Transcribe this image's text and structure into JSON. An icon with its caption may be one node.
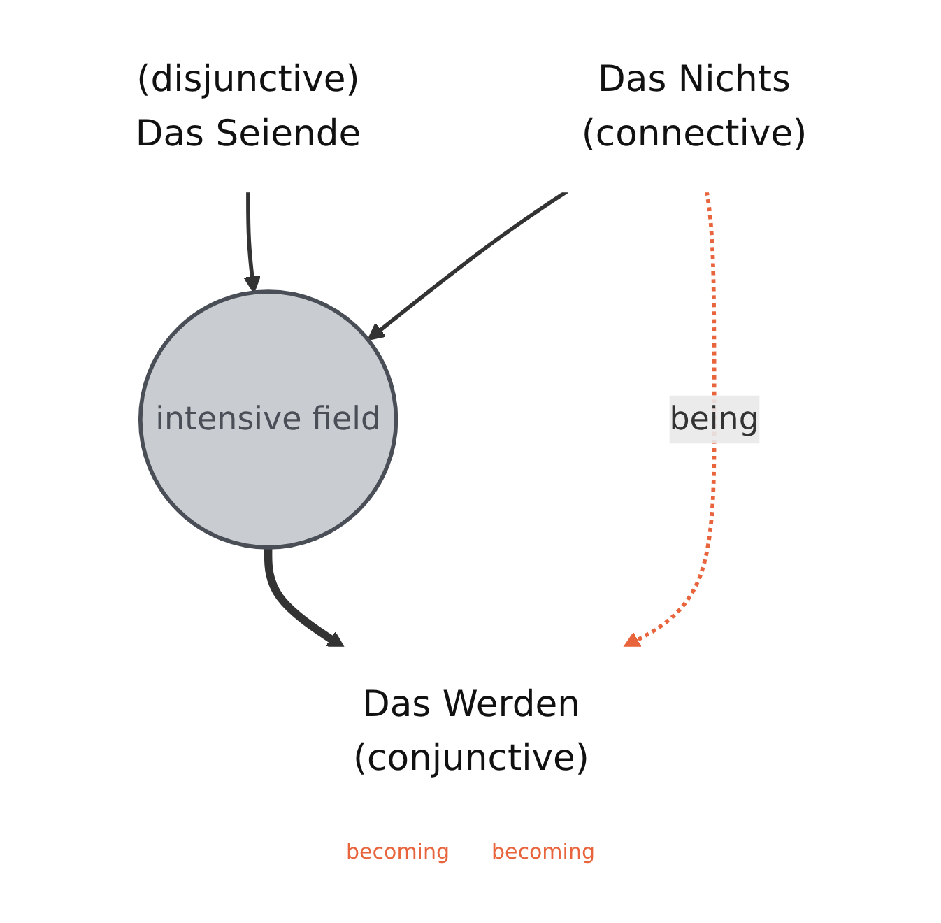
{
  "diagram": {
    "nodes": [
      {
        "text": [
          "(disjunctive)",
          "Das Seiende"
        ]
      },
      {
        "text": [
          "intensive field"
        ]
      },
      {
        "text": [
          "Das Werden",
          "(conjunctive)"
        ]
      },
      {
        "text": [
          "Das Nichts",
          "(connective)"
        ]
      }
    ],
    "edges": [
      {
        "from": 0,
        "to": 1,
        "arrow": "to"
      },
      {
        "from": 3,
        "to": 1,
        "arrow": "to"
      },
      {
        "from": 1,
        "to": 2,
        "arrow": "to",
        "style": "thick"
      },
      {
        "from": 3,
        "to": 2,
        "arrow": "to",
        "label": "being",
        "style": "dashed",
        "color": "#e8643c"
      }
    ],
    "labels": [
      "becoming",
      "becoming"
    ]
  }
}
